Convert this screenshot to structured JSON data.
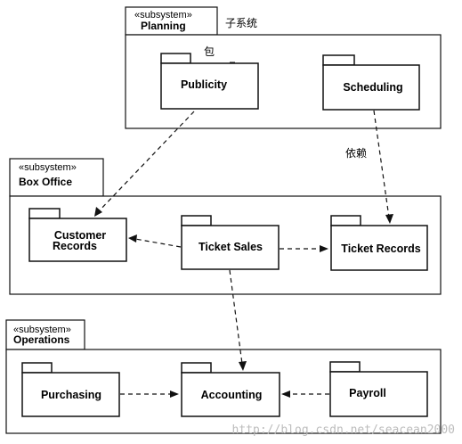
{
  "subsystems": [
    {
      "id": "planning",
      "stereotype": "«subsystem»",
      "name": "Planning"
    },
    {
      "id": "box_office",
      "stereotype": "«subsystem»",
      "name": "Box Office"
    },
    {
      "id": "operations",
      "stereotype": "«subsystem»",
      "name": "Operations"
    }
  ],
  "packages": {
    "publicity": "Publicity",
    "scheduling": "Scheduling",
    "customer_records_1": "Customer",
    "customer_records_2": "Records",
    "ticket_sales": "Ticket Sales",
    "ticket_records": "Ticket Records",
    "purchasing": "Purchasing",
    "accounting": "Accounting",
    "payroll": "Payroll"
  },
  "annotations": {
    "subsystem_label": "子系统",
    "package_label": "包",
    "dependency_label": "依赖"
  },
  "watermark": "http://blog.csdn.net/seacean2000",
  "dependencies": [
    {
      "from": "Publicity",
      "to": "Customer Records"
    },
    {
      "from": "Scheduling",
      "to": "Ticket Records"
    },
    {
      "from": "Ticket Sales",
      "to": "Customer Records"
    },
    {
      "from": "Ticket Sales",
      "to": "Ticket Records"
    },
    {
      "from": "Ticket Sales",
      "to": "Accounting"
    },
    {
      "from": "Purchasing",
      "to": "Accounting"
    },
    {
      "from": "Payroll",
      "to": "Accounting"
    }
  ]
}
